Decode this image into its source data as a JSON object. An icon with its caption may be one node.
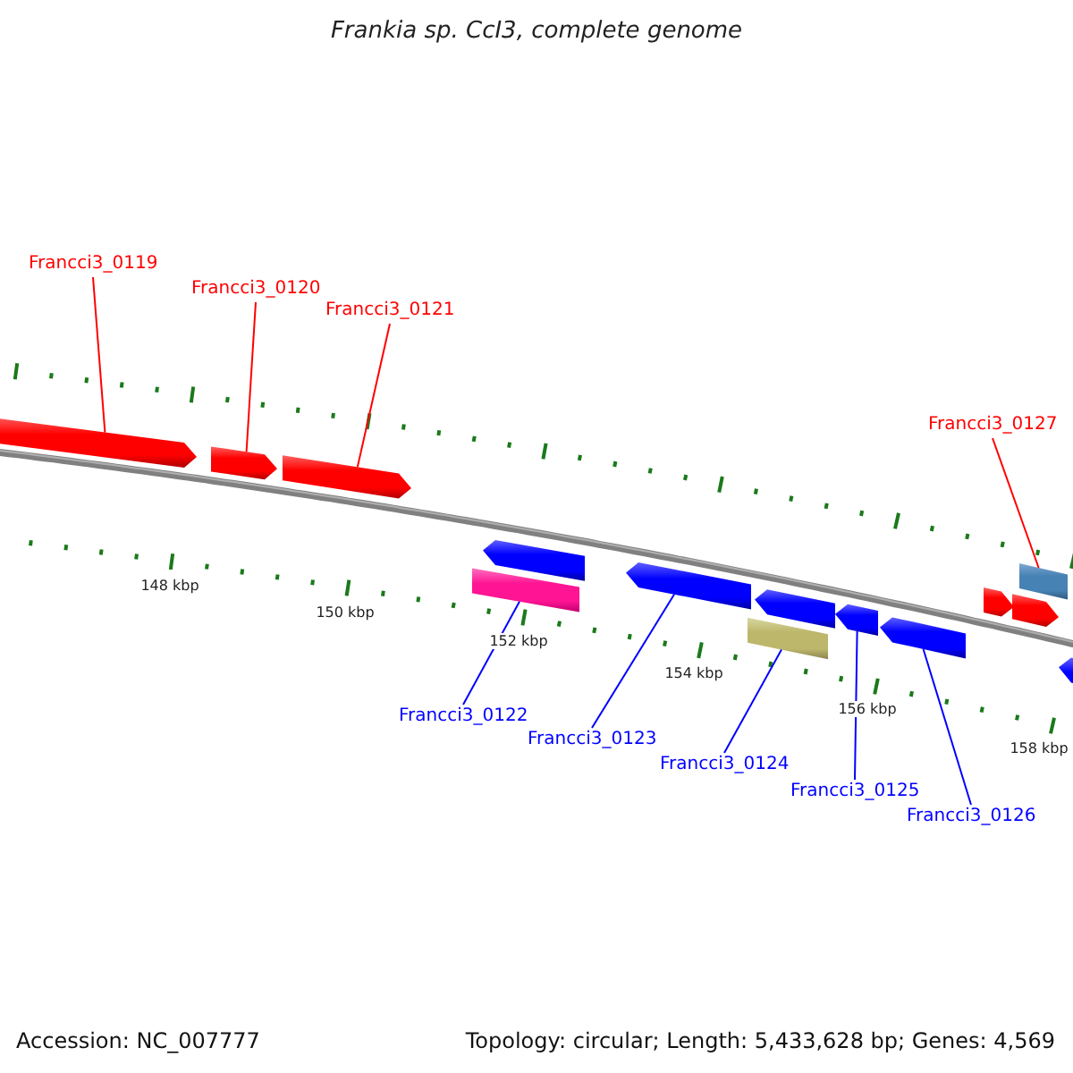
{
  "diagram": {
    "title": "Frankia sp. CcI3, complete genome",
    "nodes": [
      {
        "text": [
          "Francci3_0119"
        ]
      },
      {
        "text": [
          "Francci3_0120"
        ]
      },
      {
        "text": [
          "Francci3_0121"
        ]
      },
      {
        "text": [
          "Francci3_0122"
        ]
      },
      {
        "text": [
          "Francci3_0123"
        ]
      },
      {
        "text": [
          "Francci3_0124"
        ]
      },
      {
        "text": [
          "Francci3_0125"
        ]
      },
      {
        "text": [
          "Francci3_0126"
        ]
      },
      {
        "text": [
          "Francci3_0127"
        ]
      },
      {
        "text": [],
        "shape": "arrow"
      },
      {
        "text": [],
        "shape": "arrow"
      },
      {
        "text": [],
        "shape": "arrow"
      },
      {
        "text": [],
        "shape": "bar"
      },
      {
        "text": [],
        "shape": "arrow"
      },
      {
        "text": [],
        "shape": "arrow"
      },
      {
        "text": [],
        "shape": "bar"
      },
      {
        "text": [],
        "shape": "arrow"
      },
      {
        "text": [],
        "shape": "arrow"
      },
      {
        "text": [],
        "shape": "arrow"
      },
      {
        "text": [],
        "shape": "arrow"
      },
      {
        "text": [],
        "shape": "arrow"
      },
      {
        "text": [],
        "shape": "bar"
      },
      {
        "text": [],
        "shape": "arrow"
      }
    ],
    "edges": [
      {
        "from": 0,
        "to": 9,
        "arrow": "none",
        "color": "#ff0000"
      },
      {
        "from": 1,
        "to": 10,
        "arrow": "none",
        "color": "#ff0000"
      },
      {
        "from": 2,
        "to": 11,
        "arrow": "none",
        "color": "#ff0000"
      },
      {
        "from": 3,
        "to": 12,
        "arrow": "none",
        "color": "#0000ff"
      },
      {
        "from": 4,
        "to": 14,
        "arrow": "none",
        "color": "#0000ff"
      },
      {
        "from": 5,
        "to": 15,
        "arrow": "none",
        "color": "#0000ff"
      },
      {
        "from": 6,
        "to": 17,
        "arrow": "none",
        "color": "#0000ff"
      },
      {
        "from": 7,
        "to": 18,
        "arrow": "none",
        "color": "#0000ff"
      },
      {
        "from": 8,
        "to": 21,
        "arrow": "none",
        "color": "#ff0000"
      }
    ],
    "labels": [
      "148 kbp",
      "150 kbp",
      "152 kbp",
      "154 kbp",
      "156 kbp",
      "158 kbp",
      "Accession: NC_007777",
      "Topology: circular; Length: 5,433,628 bp; Genes: 4,569"
    ]
  }
}
